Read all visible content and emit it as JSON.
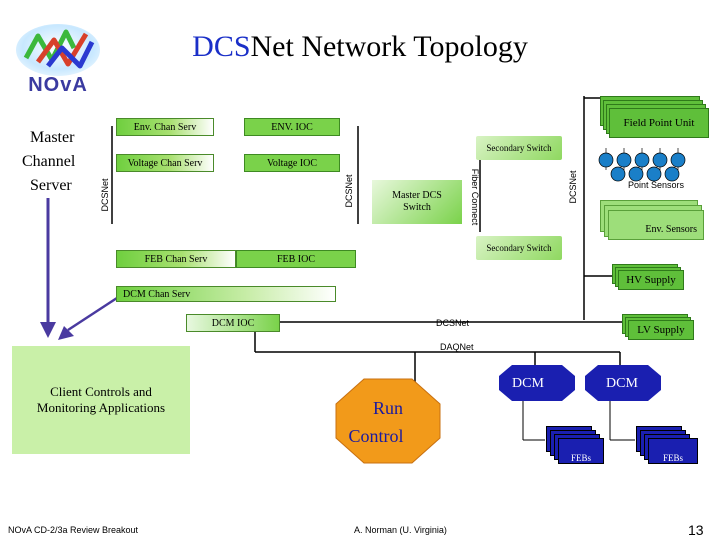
{
  "title": {
    "accent": "DCS",
    "rest": "Net Network Topology"
  },
  "logo": {
    "text": "NOvA"
  },
  "master_channel_server": {
    "line1": "Master",
    "line2": "Channel",
    "line3": "Server"
  },
  "servers": {
    "env_chan_serv": "Env. Chan Serv",
    "env_ioc": "ENV. IOC",
    "voltage_chan_serv": "Voltage Chan Serv",
    "voltage_ioc": "Voltage IOC",
    "feb_chan_serv": "FEB Chan Serv",
    "feb_ioc": "FEB IOC",
    "dcm_chan_serv": "DCM Chan Serv",
    "dcm_ioc": "DCM IOC"
  },
  "switches": {
    "secondary_top": "Secondary Switch",
    "master": "Master DCS Switch",
    "secondary_bottom": "Secondary Switch"
  },
  "network_labels": {
    "dcsnet_left": "DCSNet",
    "dcsnet_mid": "DCSNet",
    "fiber_connect": "Fiber Connect",
    "dcsnet_right": "DCSNet",
    "dcsnet_horizontal": "DCSNet",
    "daqnet": "DAQNet"
  },
  "field": {
    "field_point_unit": "Field Point Unit",
    "point_sensors": "Point Sensors",
    "env_sensors": "Env. Sensors",
    "hv_supply": "HV Supply",
    "lv_supply": "LV Supply"
  },
  "client": {
    "text": "Client Controls and Monitoring Applications"
  },
  "run_control": {
    "line1": "Run",
    "line2": "Control"
  },
  "dcm": {
    "left": "DCM",
    "right": "DCM",
    "febs_left": "FEBs",
    "febs_right": "FEBs"
  },
  "footer": {
    "left": "NOvA CD-2/3a Review Breakout",
    "center": "A. Norman (U. Virginia)",
    "page": "13"
  },
  "colors": {
    "accent_blue": "#1a2fc8",
    "server_green": "#7ad24a",
    "switch_green": "#8fd860",
    "sensor_blue": "#1a7fc8",
    "dcm_blue": "#1a1fb0",
    "run_control_orange": "#f29a1a",
    "client_panel": "#c9f0a8"
  }
}
